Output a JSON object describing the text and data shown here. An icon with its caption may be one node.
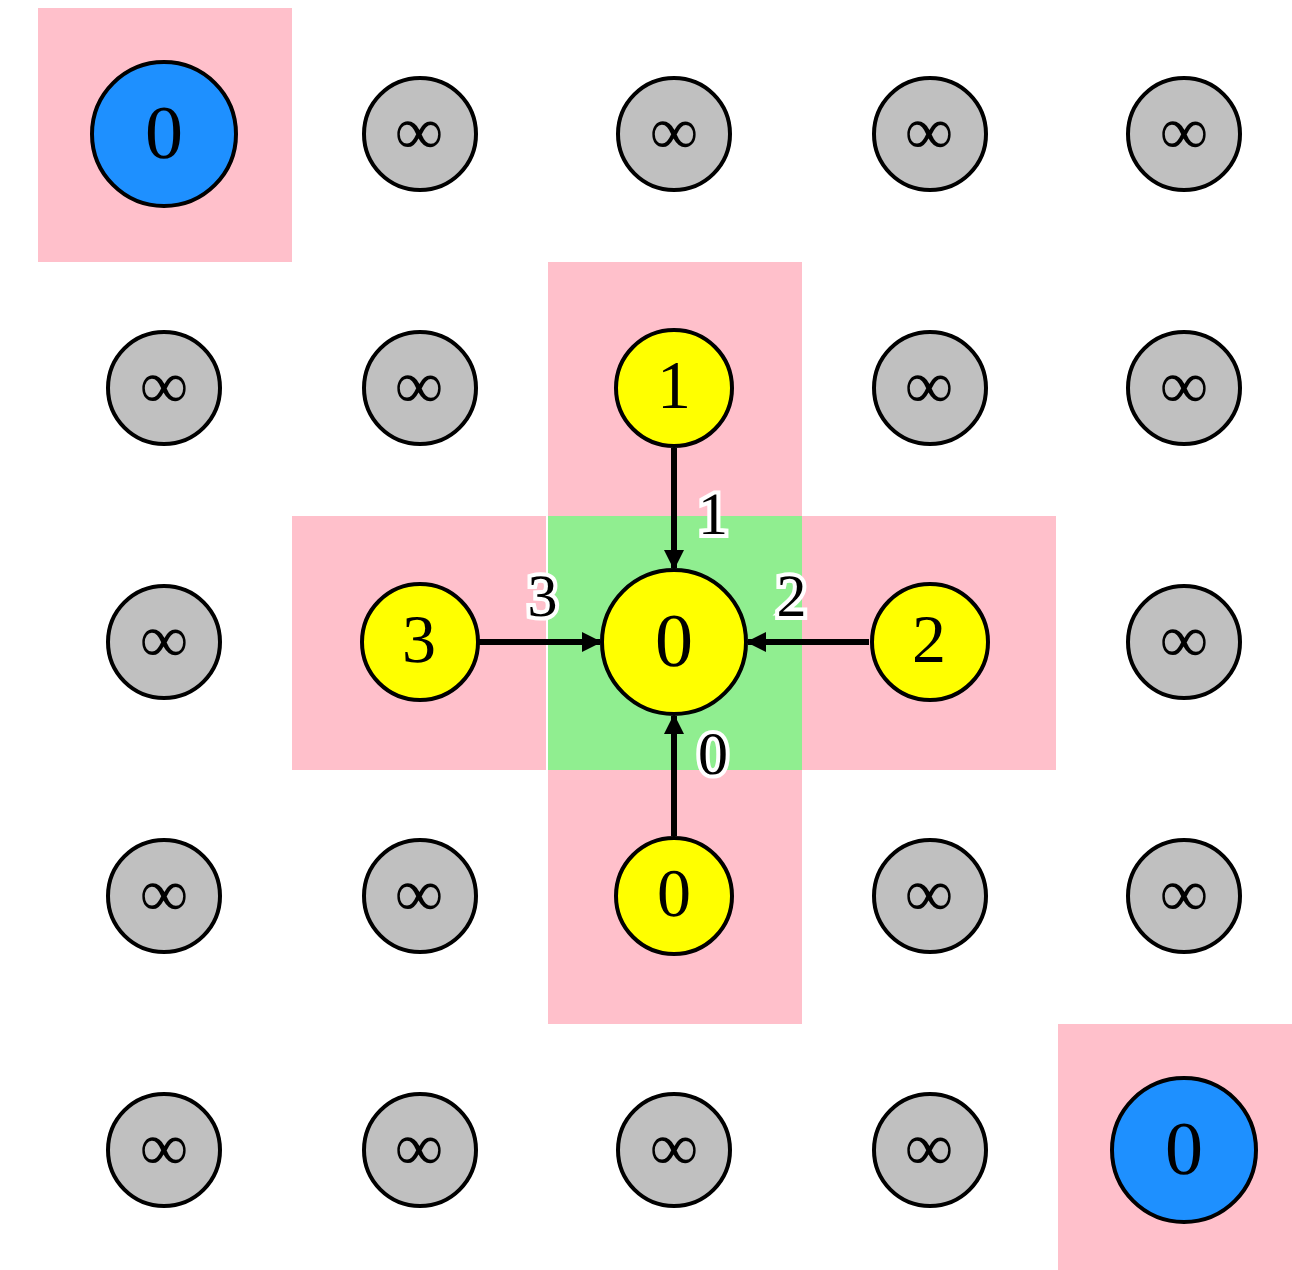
{
  "diagram": {
    "nodes": [
      {
        "text": [
          "0"
        ]
      },
      {
        "text": [
          "∞"
        ]
      },
      {
        "text": [
          "∞"
        ]
      },
      {
        "text": [
          "∞"
        ]
      },
      {
        "text": [
          "∞"
        ]
      },
      {
        "text": [
          "∞"
        ]
      },
      {
        "text": [
          "∞"
        ]
      },
      {
        "text": [
          "1"
        ]
      },
      {
        "text": [
          "∞"
        ]
      },
      {
        "text": [
          "∞"
        ]
      },
      {
        "text": [
          "∞"
        ]
      },
      {
        "text": [
          "3"
        ]
      },
      {
        "text": [
          "0"
        ]
      },
      {
        "text": [
          "2"
        ]
      },
      {
        "text": [
          "∞"
        ]
      },
      {
        "text": [
          "∞"
        ]
      },
      {
        "text": [
          "∞"
        ]
      },
      {
        "text": [
          "0"
        ]
      },
      {
        "text": [
          "∞"
        ]
      },
      {
        "text": [
          "∞"
        ]
      },
      {
        "text": [
          "∞"
        ]
      },
      {
        "text": [
          "∞"
        ]
      },
      {
        "text": [
          "∞"
        ]
      },
      {
        "text": [
          "∞"
        ]
      },
      {
        "text": [
          "0"
        ]
      }
    ],
    "edges": [
      {
        "from": 7,
        "to": 12,
        "arrow": "to",
        "label": "1"
      },
      {
        "from": 11,
        "to": 12,
        "arrow": "to",
        "label": "3"
      },
      {
        "from": 13,
        "to": 12,
        "arrow": "to",
        "label": "2"
      },
      {
        "from": 17,
        "to": 12,
        "arrow": "to",
        "label": "0"
      }
    ]
  }
}
